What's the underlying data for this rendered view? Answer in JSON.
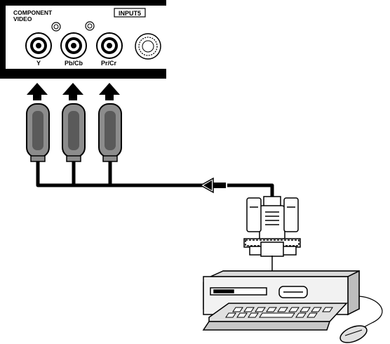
{
  "panel": {
    "group_label_line1": "COMPONENT",
    "group_label_line2": "VIDEO",
    "input_badge": "INPUT5",
    "jacks": [
      {
        "label": "Y"
      },
      {
        "label": "Pb/Cb"
      },
      {
        "label": "Pr/Cr"
      }
    ]
  },
  "icons": {
    "panel": "rear-panel",
    "jack": "rca-jack-icon",
    "arrow": "up-arrow-icon",
    "plug": "rca-plug-icon",
    "vga": "vga-connector-icon",
    "computer": "desktop-computer-icon",
    "mouse": "mouse-icon"
  },
  "colors": {
    "line": "#000000",
    "plug_gray": "#8c8c8c",
    "plug_dark": "#5a5a5a",
    "panel_bg": "#ffffff"
  }
}
